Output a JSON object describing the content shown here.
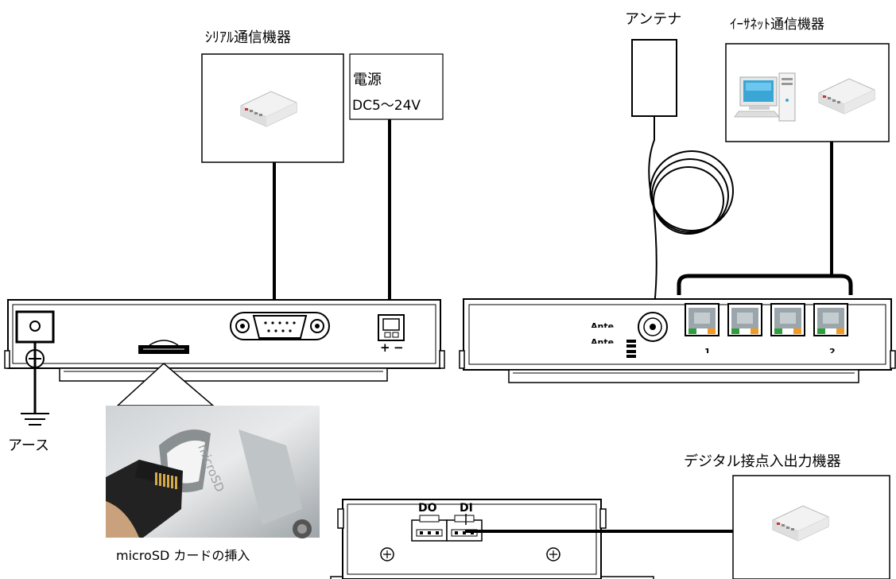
{
  "labels": {
    "serial_device": "ｼﾘｱﾙ通信機器",
    "power_title": "電源",
    "power_voltage": "DC5～24V",
    "antenna": "アンテナ",
    "ethernet_device": "ｲｰｻﾈｯﾄ通信機器",
    "earth": "アース",
    "plus": "+",
    "minus": "−",
    "digital_io_device": "デジタル接点入出力機器",
    "microsd_insert": "microSD カードの挿入",
    "do_label": "DO",
    "di_label": "DI",
    "port_label_1": "1",
    "port_label_2": "2",
    "ant_label_1": "Ante",
    "ant_label_2": "Ante",
    "photo_text": "microSD"
  },
  "icons": {
    "serial_device": "switch-hub-icon",
    "ethernet_pc": "desktop-pc-icon",
    "ethernet_hub": "switch-hub-icon",
    "digital_io_device": "switch-hub-icon",
    "earth": "ground-symbol-icon"
  },
  "colors": {
    "line": "#000000",
    "port_green": "#2e9e3a",
    "port_orange": "#f39a1e",
    "port_gray": "#8c9aa0"
  }
}
